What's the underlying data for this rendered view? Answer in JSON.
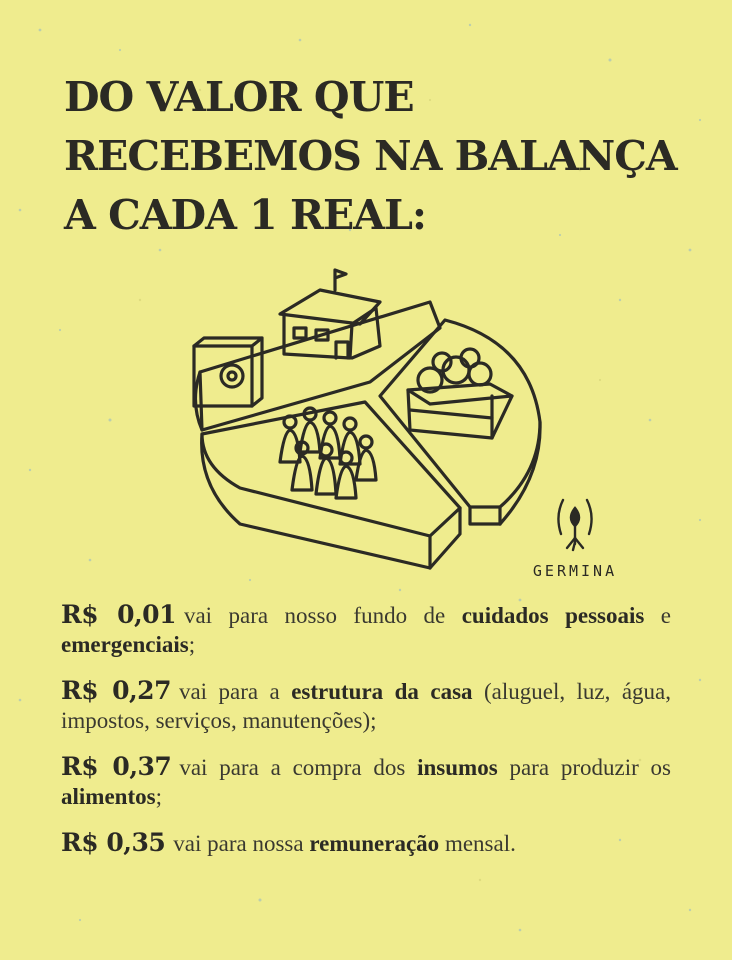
{
  "title": {
    "lines": [
      "DO VALOR QUE",
      "RECEBEMOS NA BALANÇA",
      "A CADA 1 REAL:"
    ]
  },
  "illustration": {
    "icon": "pie-chart-with-house-safe-people-crate-icon"
  },
  "brand": {
    "name": "GERMINA",
    "icon": "sprout-logo-icon"
  },
  "colors": {
    "background": "#efec8e",
    "ink": "#2b2a24",
    "speckle": "#8fb7c9"
  },
  "items": [
    {
      "amount": "R$ 0,01",
      "t1": "vai para nosso fundo de ",
      "b1": "cuidados pessoais",
      "t2": " e ",
      "b2": "emergenciais",
      "t3": ";"
    },
    {
      "amount": "R$ 0,27",
      "t1": "vai para a ",
      "b1": "estrutura da casa",
      "t2": " (aluguel, luz, água, impostos, serviços, manutenções);"
    },
    {
      "amount": "R$ 0,37",
      "t1": "vai para a compra dos ",
      "b1": "insumos",
      "t2": " para produzir os ",
      "b2": "alimentos",
      "t3": ";"
    },
    {
      "amount": "R$ 0,35",
      "t1": "vai para nossa ",
      "b1": "remuneração",
      "t2": " mensal."
    }
  ]
}
